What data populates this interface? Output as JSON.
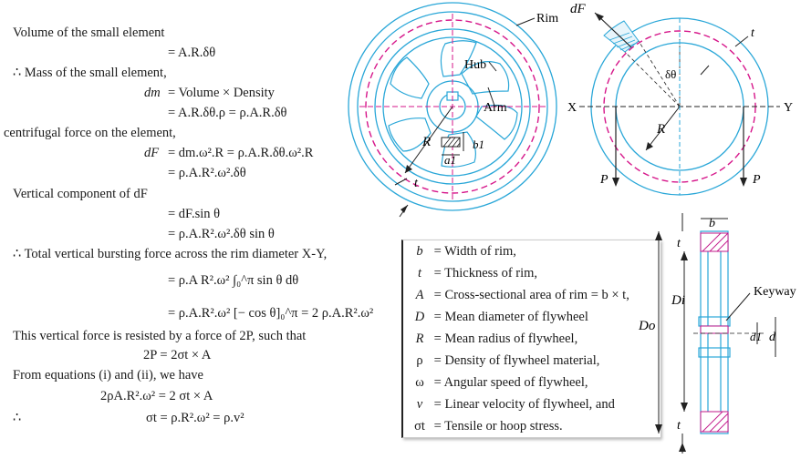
{
  "derivation": {
    "volume_heading": "Volume of the small element",
    "volume_eq": "= A.R.δθ",
    "mass_heading": "∴  Mass of the small element,",
    "mass_lhs": "dm",
    "mass_eq1": "= Volume × Density",
    "mass_eq2": "= A.R.δθ.ρ = ρ.A.R.δθ",
    "cf_heading": "centrifugal force on the element,",
    "cf_lhs": "dF",
    "cf_eq1": "= dm.ω².R = ρ.A.R.δθ.ω².R",
    "cf_eq2": "= ρ.A.R².ω².δθ",
    "vc_heading": "Vertical component of dF",
    "vc_eq1": "= dF.sin θ",
    "vc_eq2": "= ρ.A.R².ω².δθ sin θ",
    "tv_heading": "∴  Total vertical bursting force across the rim diameter X-Y,",
    "tv_eq1": "= ρ.A R².ω² ∫₀^π sin θ dθ",
    "tv_eq2": "= ρ.A.R².ω² [− cos θ]₀^π = 2 ρ.A.R².ω²",
    "resist_text": "This vertical force is resisted by a force of 2P, such that",
    "resist_eq": "2P = 2σt × A",
    "from_text": "From equations (i) and (ii), we have",
    "from_eq": "2ρA.R².ω² = 2 σt × A",
    "therefore": "∴",
    "final_eq": "σt = ρ.R².ω² = ρ.v²"
  },
  "legend": [
    {
      "symbol": "b",
      "desc": "Width of rim,"
    },
    {
      "symbol": "t",
      "desc": "Thickness of rim,"
    },
    {
      "symbol": "A",
      "desc": "Cross-sectional area of rim = b × t,"
    },
    {
      "symbol": "D",
      "desc": "Mean diameter of flywheel"
    },
    {
      "symbol": "R",
      "desc": "Mean radius of flywheel,"
    },
    {
      "symbol": "ρ",
      "desc": "Density of flywheel material,"
    },
    {
      "symbol": "ω",
      "desc": "Angular speed of flywheel,"
    },
    {
      "symbol": "v",
      "desc": "Linear velocity of flywheel, and"
    },
    {
      "symbol": "σt",
      "desc": "Tensile or hoop stress."
    }
  ],
  "diagram_labels": {
    "rim": "Rim",
    "hub": "Hub",
    "arm": "Arm",
    "R": "R",
    "b1": "b1",
    "a1": "a1",
    "t": "t",
    "dF": "dF",
    "t2": "t",
    "dtheta": "δθ",
    "X": "X",
    "Y": "Y",
    "R2": "R",
    "P_left": "P",
    "P_right": "P",
    "b": "b",
    "t_top": "t",
    "Di": "Di",
    "Do": "Do",
    "keyway": "Keyway",
    "d1": "d1",
    "d": "d",
    "t_bot": "t"
  },
  "colors": {
    "line_blue": "#2aa7d8",
    "dash_magenta": "#d6168a",
    "hatch": "#c2188a"
  }
}
